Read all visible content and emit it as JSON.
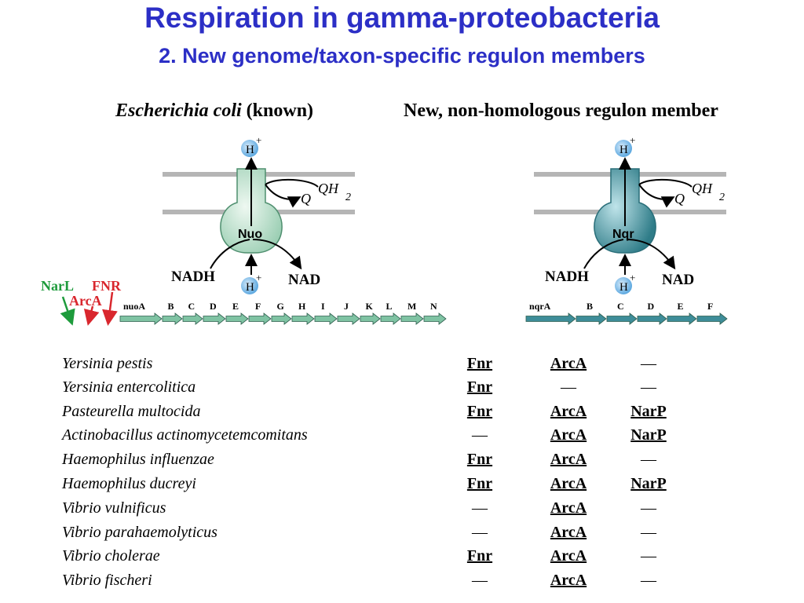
{
  "header": {
    "title": "Respiration in gamma-proteobacteria",
    "subtitle": "2. New genome/taxon-specific regulon members"
  },
  "columns": {
    "left_species": "Escherichia coli",
    "left_note": "(known)",
    "right": "New, non-homologous regulon member"
  },
  "left_diagram": {
    "complex": "Nuo",
    "proton": "H",
    "proton_charge": "+",
    "q": "Q",
    "qh": "QH",
    "qh_sub": "2",
    "nadh": "NADH",
    "nad": "NAD",
    "regulators": [
      "NarL",
      "FNR",
      "ArcA"
    ],
    "regulator_colors": {
      "NarL": "#1e9b3c",
      "FNR": "#d9272e",
      "ArcA": "#d9272e"
    },
    "genes": [
      "nuoA",
      "B",
      "C",
      "D",
      "E",
      "F",
      "G",
      "H",
      "I",
      "J",
      "K",
      "L",
      "M",
      "N"
    ],
    "complex_color": "#cfe8d8",
    "gene_color": "#7fc3a3"
  },
  "right_diagram": {
    "complex": "Nqr",
    "proton": "H",
    "proton_charge": "+",
    "q": "Q",
    "qh": "QH",
    "qh_sub": "2",
    "nadh": "NADH",
    "nad": "NAD",
    "genes": [
      "nqrA",
      "B",
      "C",
      "D",
      "E",
      "F"
    ],
    "complex_color": "#4a9aa8",
    "gene_color": "#3e8d99"
  },
  "table": {
    "rows": [
      {
        "species": "Yersinia pestis",
        "fnr": "Fnr",
        "arca": "ArcA",
        "narp": "—"
      },
      {
        "species": "Yersinia entercolitica",
        "fnr": "Fnr",
        "arca": "—",
        "narp": "—"
      },
      {
        "species": "Pasteurella multocida",
        "fnr": "Fnr",
        "arca": "ArcA",
        "narp": "NarP"
      },
      {
        "species": "Actinobacillus actinomycetemcomitans",
        "fnr": "—",
        "arca": "ArcA",
        "narp": "NarP"
      },
      {
        "species": "Haemophilus influenzae",
        "fnr": "Fnr",
        "arca": "ArcA",
        "narp": "—"
      },
      {
        "species": "Haemophilus ducreyi",
        "fnr": "Fnr",
        "arca": "ArcA",
        "narp": "NarP"
      },
      {
        "species": "Vibrio vulnificus",
        "fnr": "—",
        "arca": "ArcA",
        "narp": "—"
      },
      {
        "species": "Vibrio parahaemolyticus",
        "fnr": "—",
        "arca": "ArcA",
        "narp": "—"
      },
      {
        "species": "Vibrio cholerae",
        "fnr": "Fnr",
        "arca": "ArcA",
        "narp": "—"
      },
      {
        "species": "Vibrio fischeri",
        "fnr": "—",
        "arca": "ArcA",
        "narp": "—"
      }
    ]
  }
}
